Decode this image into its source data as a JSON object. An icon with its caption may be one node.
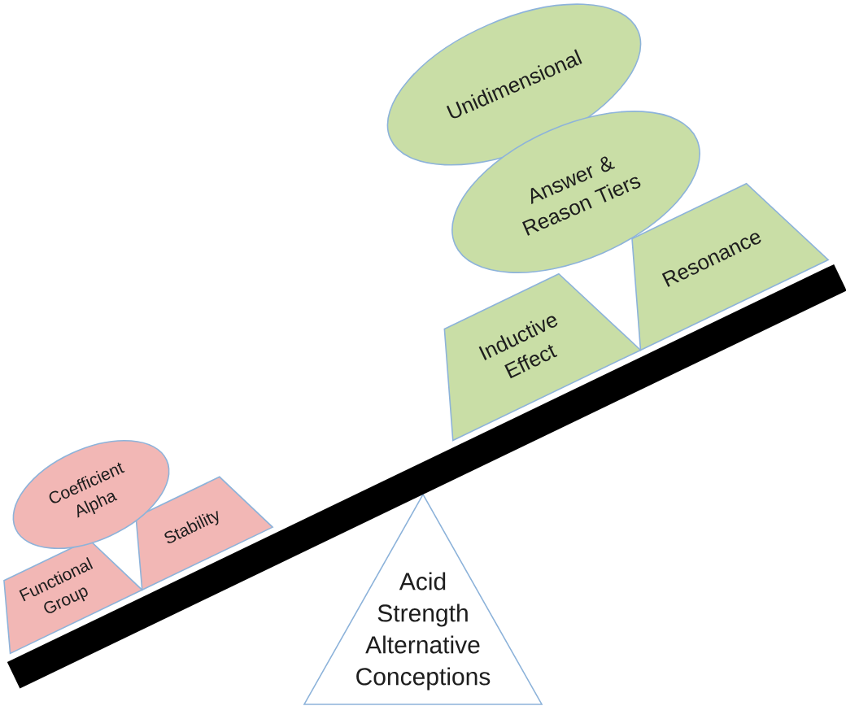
{
  "diagram": {
    "nodes": [
      {
        "text": [
          "Unidimensional"
        ]
      },
      {
        "text": [
          "Answer & Reason Tiers"
        ]
      },
      {
        "text": [
          "Inductive Effect"
        ]
      },
      {
        "text": [
          "Resonance"
        ]
      },
      {
        "text": [
          "Coefficient Alpha"
        ]
      },
      {
        "text": [
          "Functional Group"
        ]
      },
      {
        "text": [
          "Stability"
        ]
      },
      {
        "text": [
          "Acid Strength Alternative Conceptions"
        ]
      }
    ]
  }
}
